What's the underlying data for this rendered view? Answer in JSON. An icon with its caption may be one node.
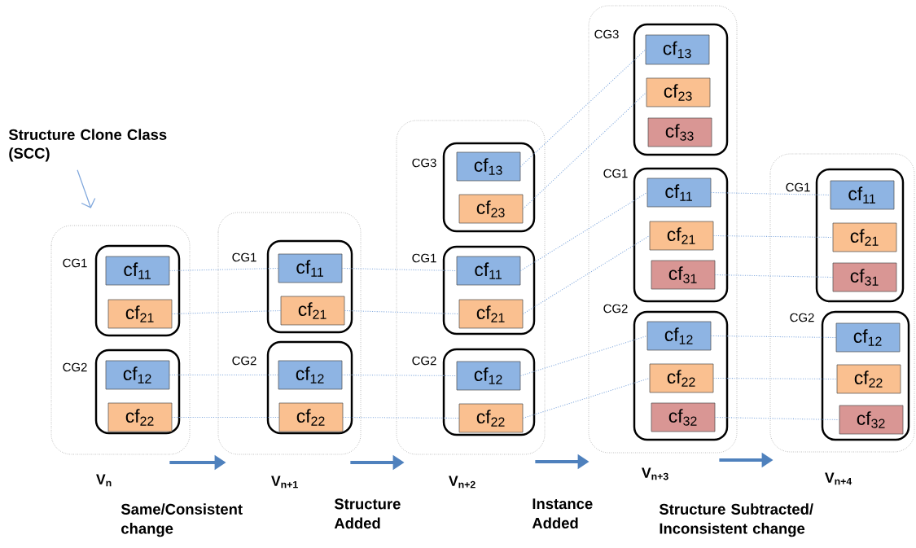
{
  "diagram": {
    "nodes": [
      {
        "text": [
          "Structure Clone Class (SCC)"
        ]
      },
      {
        "text": [],
        "shape": "box",
        "beside": [
          "V$_{n}$"
        ]
      },
      {
        "text": [
          "CG1"
        ],
        "in": 1
      },
      {
        "text": [
          "cf$_{11}$"
        ],
        "in": 2
      },
      {
        "text": [
          "cf$_{21}$"
        ],
        "in": 2
      },
      {
        "text": [
          "CG2"
        ],
        "in": 1
      },
      {
        "text": [
          "cf$_{12}$"
        ],
        "in": 5
      },
      {
        "text": [
          "cf$_{22}$"
        ],
        "in": 5
      },
      {
        "text": [],
        "shape": "box",
        "beside": [
          "V$_{n+1}$"
        ]
      },
      {
        "text": [
          "CG1"
        ],
        "in": 8
      },
      {
        "text": [
          "cf$_{11}$"
        ],
        "in": 9
      },
      {
        "text": [
          "cf$_{21}$"
        ],
        "in": 9
      },
      {
        "text": [
          "CG2"
        ],
        "in": 8
      },
      {
        "text": [
          "cf$_{12}$"
        ],
        "in": 12
      },
      {
        "text": [
          "cf$_{22}$"
        ],
        "in": 12
      },
      {
        "text": [],
        "shape": "box",
        "beside": [
          "V$_{n+2}$"
        ]
      },
      {
        "text": [
          "CG3"
        ],
        "in": 15
      },
      {
        "text": [
          "cf$_{13}$"
        ],
        "in": 16
      },
      {
        "text": [
          "cf$_{23}$"
        ],
        "in": 16
      },
      {
        "text": [
          "CG1"
        ],
        "in": 15
      },
      {
        "text": [
          "cf$_{11}$"
        ],
        "in": 19
      },
      {
        "text": [
          "cf$_{21}$"
        ],
        "in": 19
      },
      {
        "text": [
          "CG2"
        ],
        "in": 15
      },
      {
        "text": [
          "cf$_{12}$"
        ],
        "in": 22
      },
      {
        "text": [
          "cf$_{22}$"
        ],
        "in": 22
      },
      {
        "text": [],
        "shape": "box",
        "beside": [
          "V$_{n+3}$"
        ]
      },
      {
        "text": [
          "CG3"
        ],
        "in": 25
      },
      {
        "text": [
          "cf$_{13}$"
        ],
        "in": 26
      },
      {
        "text": [
          "cf$_{23}$"
        ],
        "in": 26
      },
      {
        "text": [
          "cf$_{33}$"
        ],
        "in": 26
      },
      {
        "text": [
          "CG1"
        ],
        "in": 25
      },
      {
        "text": [
          "cf$_{11}$"
        ],
        "in": 30
      },
      {
        "text": [
          "cf$_{21}$"
        ],
        "in": 30
      },
      {
        "text": [
          "cf$_{31}$"
        ],
        "in": 30
      },
      {
        "text": [
          "CG2"
        ],
        "in": 25
      },
      {
        "text": [
          "cf$_{12}$"
        ],
        "in": 34
      },
      {
        "text": [
          "cf$_{22}$"
        ],
        "in": 34
      },
      {
        "text": [
          "cf$_{32}$"
        ],
        "in": 34
      },
      {
        "text": [],
        "shape": "box",
        "beside": [
          "V$_{n+4}$"
        ]
      },
      {
        "text": [
          "CG1"
        ],
        "in": 38
      },
      {
        "text": [
          "cf$_{11}$"
        ],
        "in": 39
      },
      {
        "text": [
          "cf$_{21}$"
        ],
        "in": 39
      },
      {
        "text": [
          "cf$_{31}$"
        ],
        "in": 39
      },
      {
        "text": [
          "CG2"
        ],
        "in": 38
      },
      {
        "text": [
          "cf$_{12}$"
        ],
        "in": 43
      },
      {
        "text": [
          "cf$_{22}$"
        ],
        "in": 43
      },
      {
        "text": [
          "cf$_{32}$"
        ],
        "in": 43
      }
    ],
    "edges": [
      {
        "from": 0,
        "to": 1,
        "arrow": "to"
      },
      {
        "from": 3,
        "to": 10,
        "arrow": "none",
        "style": "dashed"
      },
      {
        "from": 4,
        "to": 11,
        "arrow": "none",
        "style": "dashed"
      },
      {
        "from": 6,
        "to": 13,
        "arrow": "none",
        "style": "dashed"
      },
      {
        "from": 7,
        "to": 14,
        "arrow": "none",
        "style": "dashed"
      },
      {
        "from": 10,
        "to": 20,
        "arrow": "none",
        "style": "dashed"
      },
      {
        "from": 11,
        "to": 21,
        "arrow": "none",
        "style": "dashed"
      },
      {
        "from": 13,
        "to": 23,
        "arrow": "none",
        "style": "dashed"
      },
      {
        "from": 14,
        "to": 24,
        "arrow": "none",
        "style": "dashed"
      },
      {
        "from": 17,
        "to": 27,
        "arrow": "none",
        "style": "dashed"
      },
      {
        "from": 18,
        "to": 28,
        "arrow": "none",
        "style": "dashed"
      },
      {
        "from": 20,
        "to": 31,
        "arrow": "none",
        "style": "dashed"
      },
      {
        "from": 21,
        "to": 32,
        "arrow": "none",
        "style": "dashed"
      },
      {
        "from": 23,
        "to": 35,
        "arrow": "none",
        "style": "dashed"
      },
      {
        "from": 24,
        "to": 36,
        "arrow": "none",
        "style": "dashed"
      },
      {
        "from": 31,
        "to": 40,
        "arrow": "none",
        "style": "dashed"
      },
      {
        "from": 32,
        "to": 41,
        "arrow": "none",
        "style": "dashed"
      },
      {
        "from": 33,
        "to": 42,
        "arrow": "none",
        "style": "dashed"
      },
      {
        "from": 35,
        "to": 44,
        "arrow": "none",
        "style": "dashed"
      },
      {
        "from": 36,
        "to": 45,
        "arrow": "none",
        "style": "dashed"
      },
      {
        "from": 37,
        "to": 46,
        "arrow": "none",
        "style": "dashed"
      },
      {
        "from": 1,
        "to": 8,
        "arrow": "to",
        "style": "thick",
        "label": "Same/Consistent change"
      },
      {
        "from": 8,
        "to": 15,
        "arrow": "to",
        "style": "thick",
        "label": "Structure Added"
      },
      {
        "from": 15,
        "to": 25,
        "arrow": "to",
        "style": "thick",
        "label": "Instance Added"
      },
      {
        "from": 25,
        "to": 38,
        "arrow": "to",
        "style": "thick",
        "label": "Structure Subtracted/ Inconsistent change"
      }
    ]
  }
}
